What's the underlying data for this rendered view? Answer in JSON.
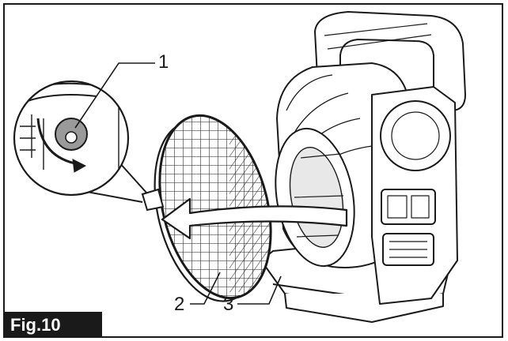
{
  "figure": {
    "label": "Fig.10",
    "callouts": [
      "1",
      "2",
      "3"
    ]
  },
  "colors": {
    "ink": "#1a1a1a",
    "shade": "#9a9a9a",
    "background": "#ffffff"
  }
}
